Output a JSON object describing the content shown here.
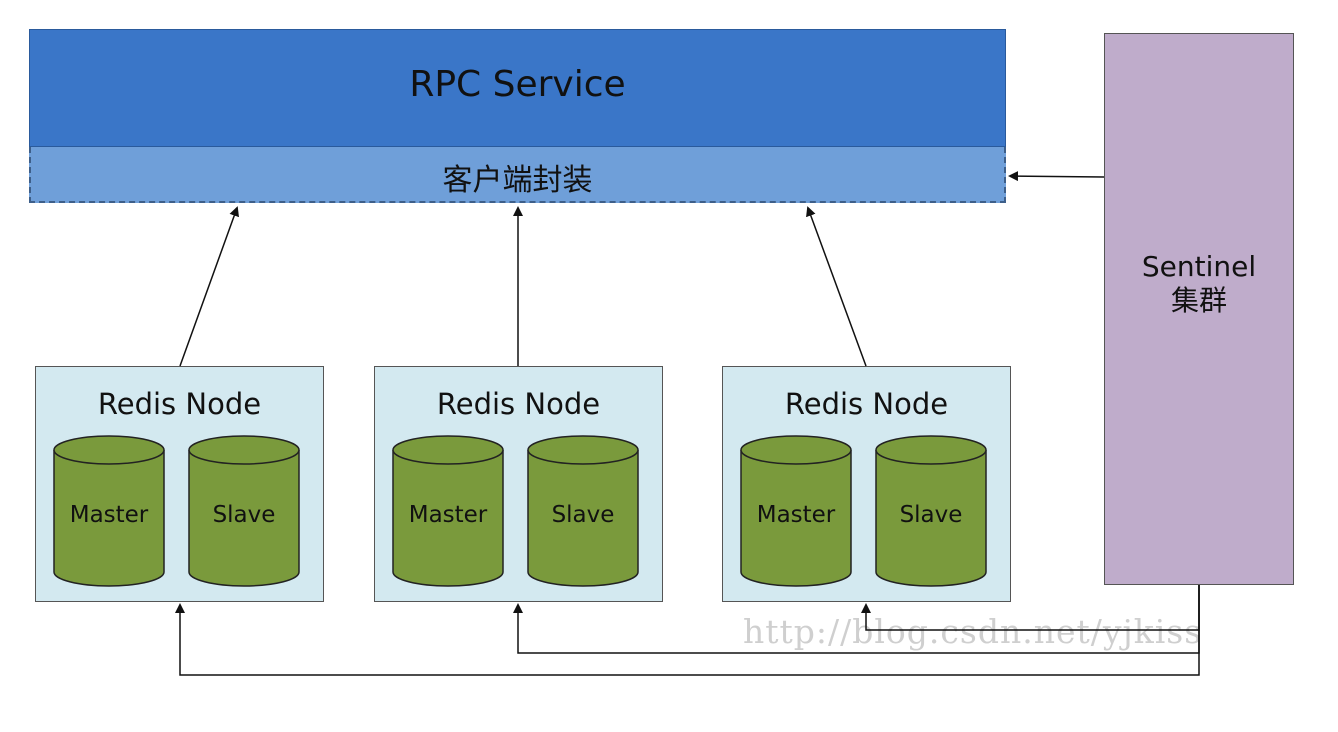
{
  "rpc_service": {
    "label": "RPC Service"
  },
  "client_wrapper": {
    "label": "客户端封装"
  },
  "sentinel": {
    "line1": "Sentinel",
    "line2": "集群"
  },
  "nodes": [
    {
      "title": "Redis Node",
      "master": "Master",
      "slave": "Slave"
    },
    {
      "title": "Redis Node",
      "master": "Master",
      "slave": "Slave"
    },
    {
      "title": "Redis Node",
      "master": "Master",
      "slave": "Slave"
    }
  ],
  "watermark": "http://blog.csdn.net/yjkiss",
  "colors": {
    "rpc_service": "#3a76c8",
    "client_wrapper": "#6f9fd9",
    "sentinel": "#bfaccb",
    "node_bg": "#d3e9f0",
    "db_fill": "#7a9a3c"
  }
}
